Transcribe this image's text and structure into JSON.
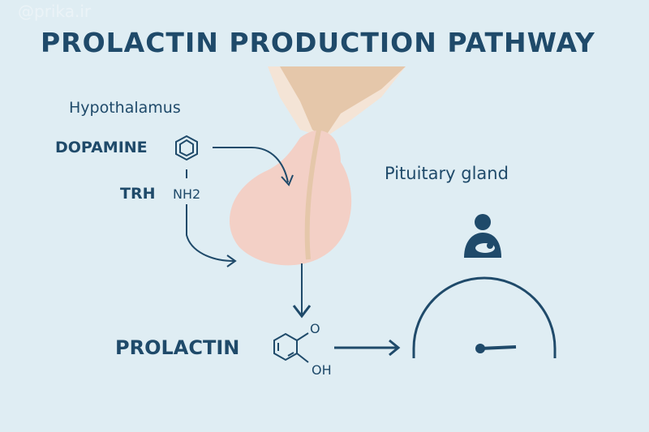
{
  "title": "PROLACTIN PRODUCTION PATHWAY",
  "watermark": "@prika.ir",
  "labels": {
    "hypothalamus": "Hypothalamus",
    "dopamine": "DOPAMINE",
    "trh": "TRH",
    "nh2": "NH2",
    "pituitary": "Pituitary gland",
    "prolactin": "PROLACTIN",
    "o": "O",
    "oh": "OH"
  },
  "colors": {
    "background": "#dfedf3",
    "text": "#1f4a6a",
    "gland": "#f3d0c6",
    "stalk": "#e5c7aa"
  }
}
